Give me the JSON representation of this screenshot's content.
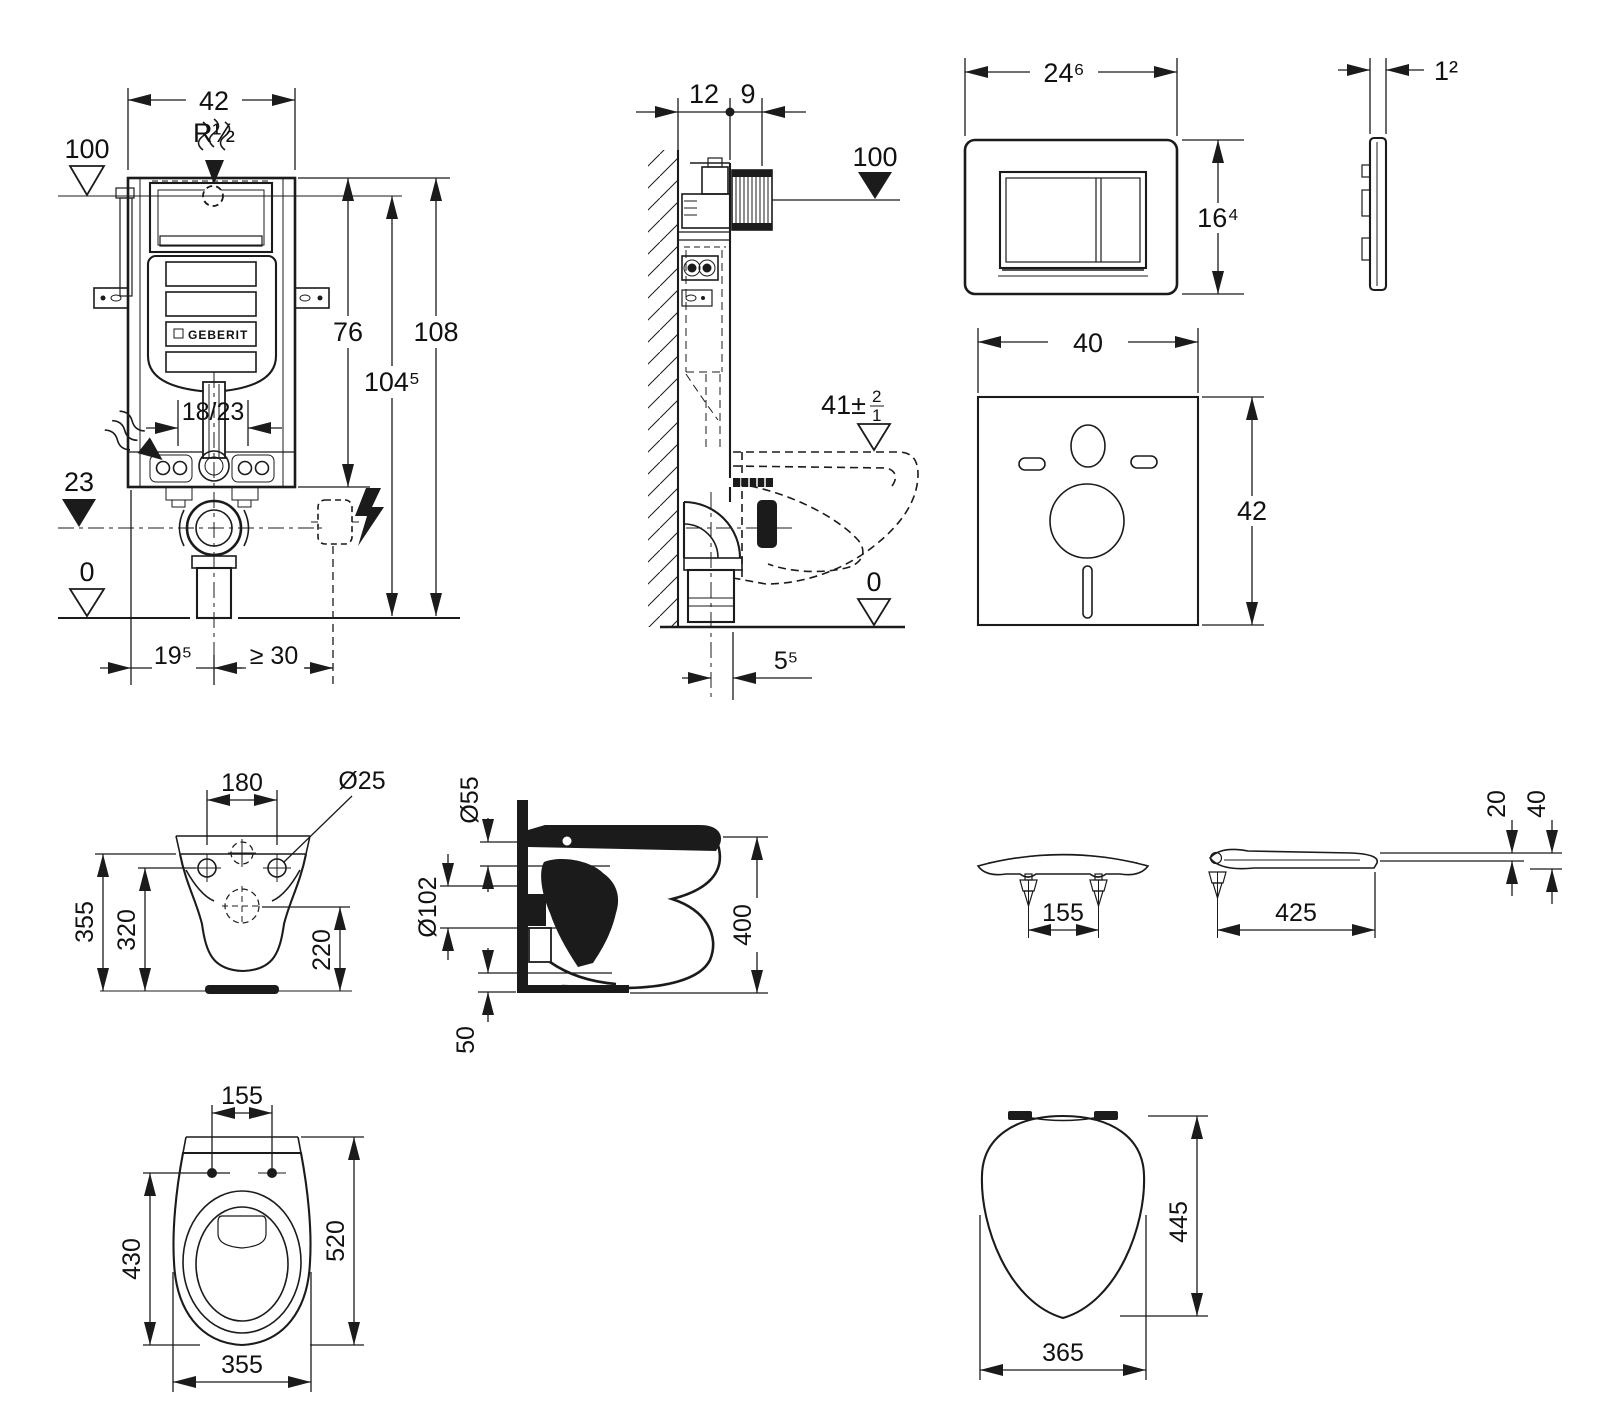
{
  "views": {
    "frame_front": {
      "width": "42",
      "thread": "R½",
      "level_100": "100",
      "h76": "76",
      "h108": "108",
      "h104": "104⁵",
      "flush_offset": "18/23",
      "level_23": "23",
      "level_0": "0",
      "d19": "19⁵",
      "d30": "≥ 30",
      "logo": "GEBERIT"
    },
    "frame_side": {
      "d12": "12",
      "d9": "9",
      "level_100": "100",
      "level41_base": "41±",
      "level41_plus": "2",
      "level41_minus": "1",
      "level_0": "0",
      "d5": "5⁵"
    },
    "plate_front": {
      "width": "24⁶",
      "height": "16⁴"
    },
    "plate_side": {
      "thickness": "1²"
    },
    "mat": {
      "width": "40",
      "height": "42"
    },
    "wc_front": {
      "hole_spacing": "180",
      "hole_dia": "Ø25",
      "h355": "355",
      "h320": "320",
      "h220": "220"
    },
    "wc_side": {
      "inlet_dia": "Ø55",
      "outlet_dia": "Ø102",
      "height": "400",
      "h50": "50"
    },
    "seat_front": {
      "hinge_spacing": "155"
    },
    "seat_side": {
      "length": "425",
      "t20": "20",
      "t40": "40"
    },
    "wc_top": {
      "hole_spacing": "155",
      "inner_depth": "430",
      "depth": "520",
      "width": "355"
    },
    "seat_top": {
      "depth": "445",
      "width": "365"
    }
  }
}
